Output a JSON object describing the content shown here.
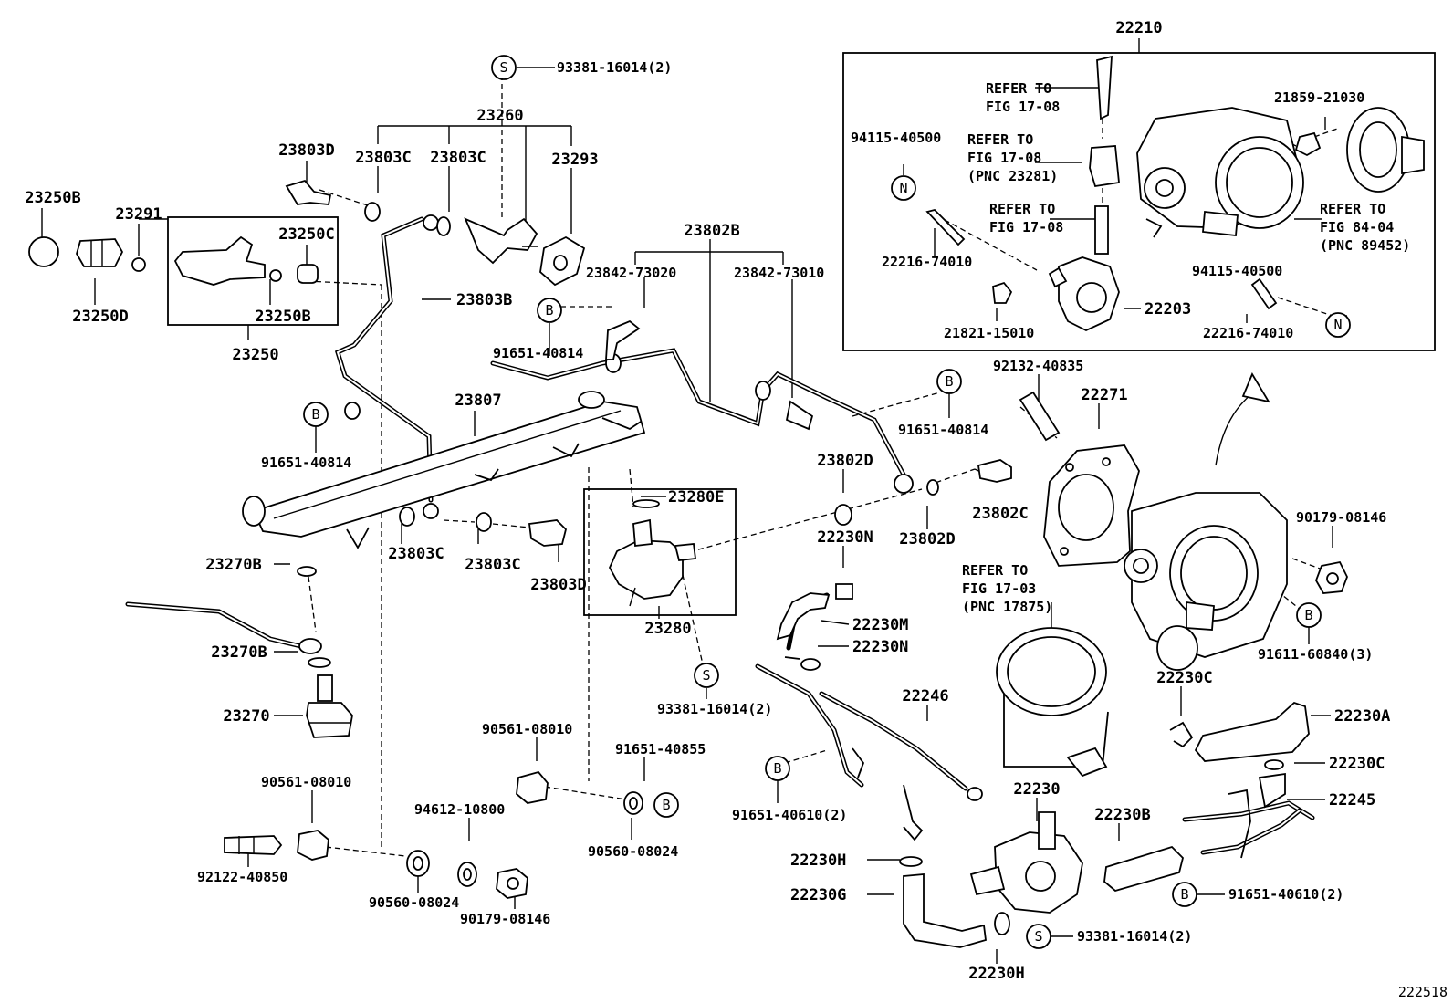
{
  "labels": {
    "l22210": "22210",
    "l23260": "23260",
    "l93381_top": "93381-16014(2)",
    "l23803D_top": "23803D",
    "l23803C_a": "23803C",
    "l23803C_b": "23803C",
    "l23293": "23293",
    "l23250B_left": "23250B",
    "l23291": "23291",
    "l23250C": "23250C",
    "l23250D": "23250D",
    "l23250B_box": "23250B",
    "l23250": "23250",
    "l23803B": "23803B",
    "l23802B": "23802B",
    "l23842_73020": "23842-73020",
    "l23842_73010": "23842-73010",
    "l91651_40814_a": "91651-40814",
    "l91651_40814_b": "91651-40814",
    "l91651_40814_c": "91651-40814",
    "l23807": "23807",
    "l92132_40835": "92132-40835",
    "l22271": "22271",
    "l23802D_a": "23802D",
    "l23802D_b": "23802D",
    "l23802C": "23802C",
    "l23280E": "23280E",
    "l23803C_c": "23803C",
    "l23803C_d": "23803C",
    "l23803D_bot": "23803D",
    "l23270B_a": "23270B",
    "l23270B_b": "23270B",
    "l23270": "23270",
    "l23280": "23280",
    "l22230N_a": "22230N",
    "l22230M": "22230M",
    "l22230N_b": "22230N",
    "l90179_08146_r": "90179-08146",
    "l91611_60840": "91611-60840(3)",
    "l93381_mid": "93381-16014(2)",
    "l22246": "22246",
    "l22230C_a": "22230C",
    "l22230A": "22230A",
    "l90561_08010_a": "90561-08010",
    "l91651_40855": "91651-40855",
    "l22230C_b": "22230C",
    "l91651_40610_a": "91651-40610(2)",
    "l22230": "22230",
    "l22245": "22245",
    "l22230B": "22230B",
    "l90561_08010_b": "90561-08010",
    "l94612_10800": "94612-10800",
    "l90560_08024_a": "90560-08024",
    "l22230H_a": "22230H",
    "l22230G": "22230G",
    "l91651_40610_b": "91651-40610(2)",
    "l92122_40850": "92122-40850",
    "l90560_08024_b": "90560-08024",
    "l90179_08146_b": "90179-08146",
    "l93381_bot": "93381-16014(2)",
    "l22230H_b": "22230H",
    "l21859_21030": "21859-21030",
    "l94115_40500_a": "94115-40500",
    "l94115_40500_b": "94115-40500",
    "l22216_74010_a": "22216-74010",
    "l22216_74010_b": "22216-74010",
    "l22203": "22203",
    "l21821_15010": "21821-15010",
    "code": "222518"
  },
  "refs": {
    "r1708_a": [
      "REFER TO",
      "FIG 17-08"
    ],
    "r1708_b": [
      "REFER TO",
      "FIG 17-08",
      "(PNC 23281)"
    ],
    "r1708_c": [
      "REFER TO",
      "FIG 17-08"
    ],
    "r8404": [
      "REFER TO",
      "FIG 84-04",
      "(PNC 89452)"
    ],
    "r1703": [
      "REFER TO",
      "FIG 17-03",
      "(PNC 17875)"
    ]
  },
  "symbols": {
    "S": "S",
    "B": "B",
    "N": "N"
  }
}
